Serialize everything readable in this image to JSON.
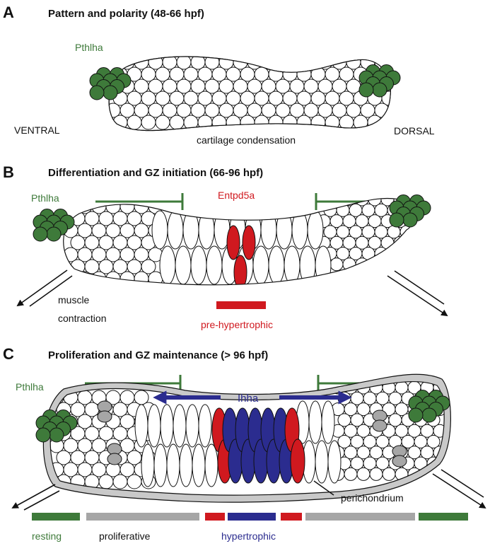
{
  "panels": {
    "a": {
      "letter": "A",
      "title": "Pattern and polarity (48-66 hpf)",
      "pthlha": "Pthlha",
      "ventral": "VENTRAL",
      "dorsal": "DORSAL",
      "condensation": "cartilage condensation"
    },
    "b": {
      "letter": "B",
      "title": "Differentiation and GZ initiation (66-96 hpf)",
      "pthlha": "Pthlha",
      "entpd5a": "Entpd5a",
      "muscle_1": "muscle",
      "muscle_2": "contraction",
      "prehyper": "pre-hypertrophic"
    },
    "c": {
      "letter": "C",
      "title": "Proliferation and GZ maintenance  (> 96 hpf)",
      "pthlha": "Pthlha",
      "ihha": "Ihha",
      "perichondrium": "perichondrium",
      "resting": "resting",
      "proliferative": "proliferative",
      "hypertrophic": "hypertrophic"
    }
  },
  "colors": {
    "pthlha_green": "#3e7a3a",
    "entpd5a_red": "#d0191f",
    "ihha_blue": "#2b2c8f",
    "proliferative_gray": "#a6a6a6",
    "perichondrium_gray": "#c9c9c9"
  }
}
